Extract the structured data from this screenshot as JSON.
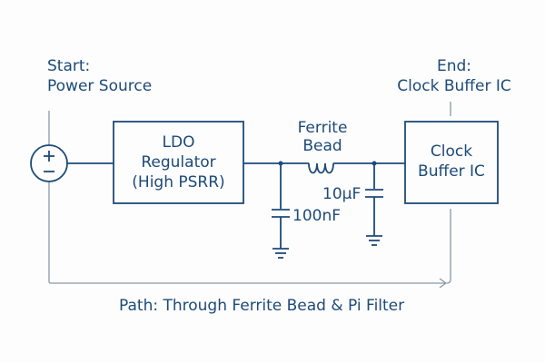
{
  "start": {
    "line1": "Start:",
    "line2": "Power Source"
  },
  "end": {
    "line1": "End:",
    "line2": "Clock Buffer IC"
  },
  "ldo": {
    "line1": "LDO",
    "line2": "Regulator",
    "line3": "(High PSRR)"
  },
  "ferrite": {
    "line1": "Ferrite",
    "line2": "Bead"
  },
  "cap1": "100nF",
  "cap2": "10µF",
  "clock": {
    "line1": "Clock",
    "line2": "Buffer IC"
  },
  "path": "Path: Through Ferrite Bead & Pi Filter",
  "colors": {
    "primary": "#1d4a78",
    "secondary": "#8a98a8"
  }
}
